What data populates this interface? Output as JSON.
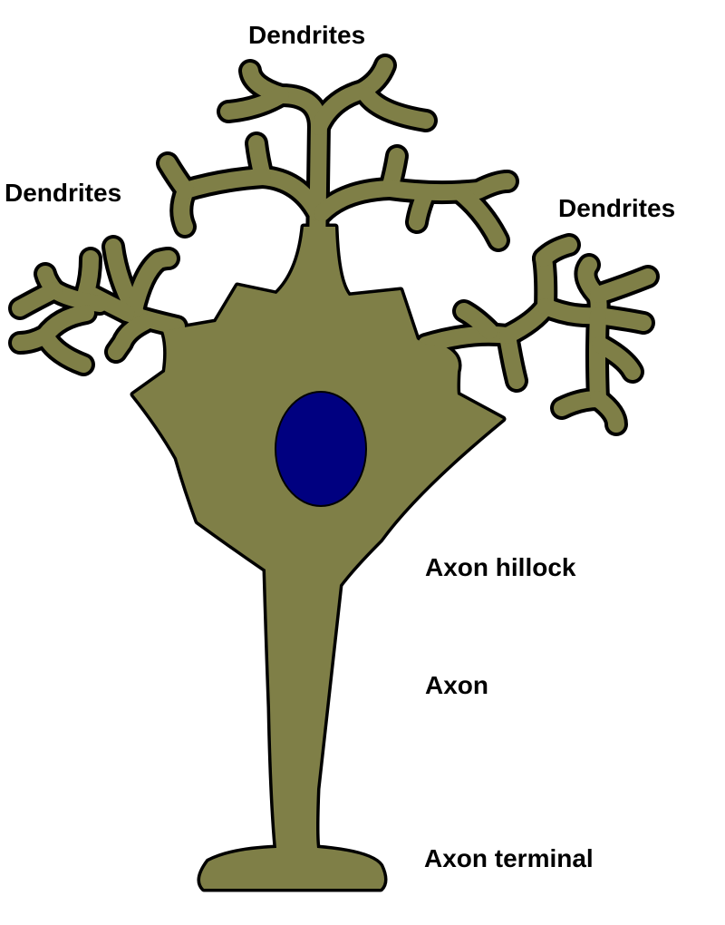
{
  "labels": {
    "dendrites_top": "Dendrites",
    "dendrites_left": "Dendrites",
    "dendrites_right": "Dendrites",
    "axon_hillock": "Axon hillock",
    "axon": "Axon",
    "axon_terminal": "Axon terminal"
  },
  "colors": {
    "cell_body": "#7f7f47",
    "nucleus": "#000080",
    "outline": "#000000",
    "background": "#ffffff"
  }
}
